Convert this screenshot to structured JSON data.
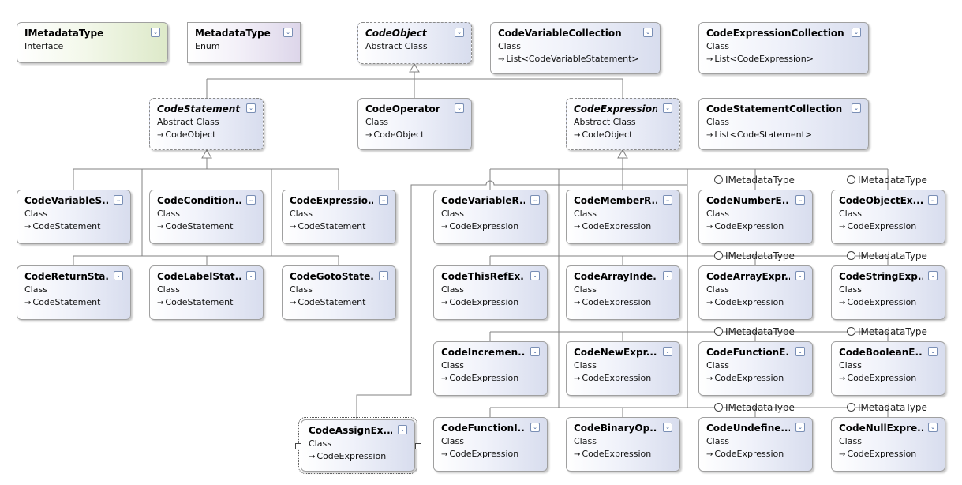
{
  "chevron_glyph": "⌄",
  "arrow_glyph": "→",
  "lollipop_label": "IMetadataType",
  "shapes": {
    "imetadatatype": {
      "name": "IMetadataType",
      "kind": "Interface"
    },
    "metadatatype": {
      "name": "MetadataType",
      "kind": "Enum"
    },
    "codeobject": {
      "name": "CodeObject",
      "kind": "Abstract Class"
    },
    "codevariablecollection": {
      "name": "CodeVariableCollection",
      "kind": "Class",
      "base": "List<CodeVariableStatement>"
    },
    "codeexpressioncollection": {
      "name": "CodeExpressionCollection",
      "kind": "Class",
      "base": "List<CodeExpression>"
    },
    "codestatement": {
      "name": "CodeStatement",
      "kind": "Abstract Class",
      "base": "CodeObject"
    },
    "codeoperator": {
      "name": "CodeOperator",
      "kind": "Class",
      "base": "CodeObject"
    },
    "codeexpression": {
      "name": "CodeExpression",
      "kind": "Abstract Class",
      "base": "CodeObject"
    },
    "codestatementcollection": {
      "name": "CodeStatementCollection",
      "kind": "Class",
      "base": "List<CodeStatement>"
    },
    "codevariables": {
      "name": "CodeVariableS...",
      "kind": "Class",
      "base": "CodeStatement"
    },
    "codecondition": {
      "name": "CodeCondition...",
      "kind": "Class",
      "base": "CodeStatement"
    },
    "codeexpressionstmt": {
      "name": "CodeExpressio...",
      "kind": "Class",
      "base": "CodeStatement"
    },
    "codereturnsta": {
      "name": "CodeReturnSta...",
      "kind": "Class",
      "base": "CodeStatement"
    },
    "codelabelstat": {
      "name": "CodeLabelStat...",
      "kind": "Class",
      "base": "CodeStatement"
    },
    "codegotostate": {
      "name": "CodeGotoState...",
      "kind": "Class",
      "base": "CodeStatement"
    },
    "codevariabler": {
      "name": "CodeVariableR...",
      "kind": "Class",
      "base": "CodeExpression"
    },
    "codememberr": {
      "name": "CodeMemberR...",
      "kind": "Class",
      "base": "CodeExpression"
    },
    "codenumbere": {
      "name": "CodeNumberE...",
      "kind": "Class",
      "base": "CodeExpression"
    },
    "codeobjectex": {
      "name": "CodeObjectEx...",
      "kind": "Class",
      "base": "CodeExpression"
    },
    "codethisrefex": {
      "name": "CodeThisRefEx...",
      "kind": "Class",
      "base": "CodeExpression"
    },
    "codearrayinde": {
      "name": "CodeArrayInde...",
      "kind": "Class",
      "base": "CodeExpression"
    },
    "codearrayexpr": {
      "name": "CodeArrayExpr...",
      "kind": "Class",
      "base": "CodeExpression"
    },
    "codestringexp": {
      "name": "CodeStringExp...",
      "kind": "Class",
      "base": "CodeExpression"
    },
    "codeincremen": {
      "name": "CodeIncremen...",
      "kind": "Class",
      "base": "CodeExpression"
    },
    "codenewexpr": {
      "name": "CodeNewExpr...",
      "kind": "Class",
      "base": "CodeExpression"
    },
    "codefunctione": {
      "name": "CodeFunctionE...",
      "kind": "Class",
      "base": "CodeExpression"
    },
    "codebooleane": {
      "name": "CodeBooleanE...",
      "kind": "Class",
      "base": "CodeExpression"
    },
    "codeassignex": {
      "name": "CodeAssignEx...",
      "kind": "Class",
      "base": "CodeExpression"
    },
    "codefunctioni": {
      "name": "CodeFunctionI...",
      "kind": "Class",
      "base": "CodeExpression"
    },
    "codebinaryop": {
      "name": "CodeBinaryOp...",
      "kind": "Class",
      "base": "CodeExpression"
    },
    "codeundefine": {
      "name": "CodeUndefine...",
      "kind": "Class",
      "base": "CodeExpression"
    },
    "codenullexpre": {
      "name": "CodeNullExpre...",
      "kind": "Class",
      "base": "CodeExpression"
    }
  }
}
